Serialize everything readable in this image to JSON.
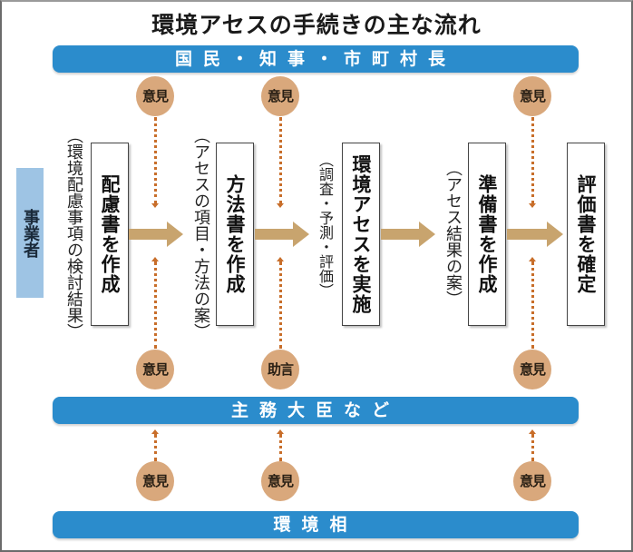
{
  "title": "環境アセスの手続きの主な流れ",
  "bars": {
    "top": "国民・知事・市町村長",
    "middle": "主務大臣など",
    "bottom": "環境相"
  },
  "actor": "事業者",
  "steps": [
    {
      "label": "配慮書を作成",
      "note": "（環境配慮事項の検討結果）"
    },
    {
      "label": "方法書を作成",
      "note": "（アセスの項目・方法の案）"
    },
    {
      "label": "環境アセスを実施",
      "note": "（調査・予測・評価）"
    },
    {
      "label": "準備書を作成",
      "note": "（アセス結果の案）"
    },
    {
      "label": "評価書を確定",
      "note": ""
    }
  ],
  "bubbles": {
    "top_row": [
      "意見",
      "意見",
      "意見"
    ],
    "middle_row": [
      "意見",
      "助言",
      "意見"
    ],
    "bottom_row": [
      "意見",
      "意見",
      "意見"
    ]
  },
  "colors": {
    "bar_blue": "#2b8ccc",
    "actor_blue": "#9ec4e4",
    "bubble_tan": "#d9a87c",
    "arrow_tan": "#c8a46e",
    "dotted_orange": "#c86e2a"
  }
}
